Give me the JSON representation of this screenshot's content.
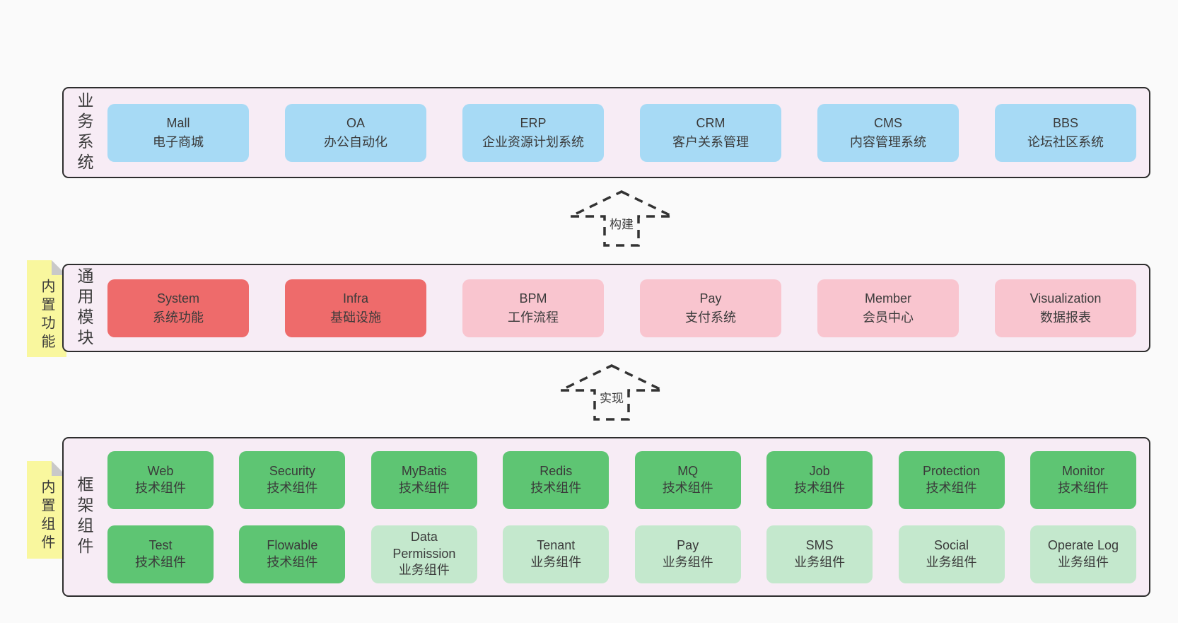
{
  "colors": {
    "pageBg": "#fafafa",
    "bandBg": "#f7ecf5",
    "border": "#2d2d2d",
    "text": "#3a3a3a",
    "blue": "#a7daf5",
    "red": "#ee6b6b",
    "pink": "#f9c5cf",
    "green": "#5ec573",
    "greenLight": "#c4e8cd",
    "noteYellow": "#f9f79e",
    "noteFold": "#c9c9c9",
    "arrow": "#333333"
  },
  "arrows": [
    {
      "label": "构建"
    },
    {
      "label": "实现"
    }
  ],
  "bands": [
    {
      "label": "业务系统",
      "boxes_rows": [
        [
          {
            "title": "Mall",
            "subtitle": "电子商城",
            "variant": "blue"
          },
          {
            "title": "OA",
            "subtitle": "办公自动化",
            "variant": "blue"
          },
          {
            "title": "ERP",
            "subtitle": "企业资源计划系统",
            "variant": "blue"
          },
          {
            "title": "CRM",
            "subtitle": "客户关系管理",
            "variant": "blue"
          },
          {
            "title": "CMS",
            "subtitle": "内容管理系统",
            "variant": "blue"
          },
          {
            "title": "BBS",
            "subtitle": "论坛社区系统",
            "variant": "blue"
          }
        ]
      ]
    },
    {
      "label": "通用模块",
      "note": "内置功能",
      "boxes_rows": [
        [
          {
            "title": "System",
            "subtitle": "系统功能",
            "variant": "red"
          },
          {
            "title": "Infra",
            "subtitle": "基础设施",
            "variant": "red"
          },
          {
            "title": "BPM",
            "subtitle": "工作流程",
            "variant": "pink"
          },
          {
            "title": "Pay",
            "subtitle": "支付系统",
            "variant": "pink"
          },
          {
            "title": "Member",
            "subtitle": "会员中心",
            "variant": "pink"
          },
          {
            "title": "Visualization",
            "subtitle": "数据报表",
            "variant": "pink"
          }
        ]
      ]
    },
    {
      "label": "框架组件",
      "note": "内置组件",
      "boxes_rows": [
        [
          {
            "title": "Web",
            "subtitle": "技术组件",
            "variant": "green"
          },
          {
            "title": "Security",
            "subtitle": "技术组件",
            "variant": "green"
          },
          {
            "title": "MyBatis",
            "subtitle": "技术组件",
            "variant": "green"
          },
          {
            "title": "Redis",
            "subtitle": "技术组件",
            "variant": "green"
          },
          {
            "title": "MQ",
            "subtitle": "技术组件",
            "variant": "green"
          },
          {
            "title": "Job",
            "subtitle": "技术组件",
            "variant": "green"
          },
          {
            "title": "Protection",
            "subtitle": "技术组件",
            "variant": "green"
          },
          {
            "title": "Monitor",
            "subtitle": "技术组件",
            "variant": "green"
          }
        ],
        [
          {
            "title": "Test",
            "subtitle": "技术组件",
            "variant": "green"
          },
          {
            "title": "Flowable",
            "subtitle": "技术组件",
            "variant": "green"
          },
          {
            "title": "Data Permission",
            "subtitle": "业务组件",
            "variant": "greenLight"
          },
          {
            "title": "Tenant",
            "subtitle": "业务组件",
            "variant": "greenLight"
          },
          {
            "title": "Pay",
            "subtitle": "业务组件",
            "variant": "greenLight"
          },
          {
            "title": "SMS",
            "subtitle": "业务组件",
            "variant": "greenLight"
          },
          {
            "title": "Social",
            "subtitle": "业务组件",
            "variant": "greenLight"
          },
          {
            "title": "Operate Log",
            "subtitle": "业务组件",
            "variant": "greenLight"
          }
        ]
      ]
    }
  ]
}
